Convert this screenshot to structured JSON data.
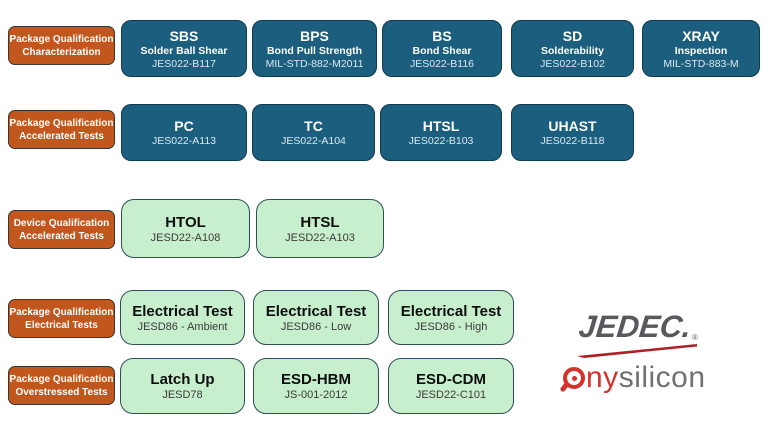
{
  "rows": [
    {
      "label1": "Package Qualification",
      "label2": "Characterization",
      "boxes": [
        {
          "title": "SBS",
          "subtitle": "Solder Ball Shear",
          "code": "JES022-B117"
        },
        {
          "title": "BPS",
          "subtitle": "Bond Pull Strength",
          "code": "MIL-STD-882-M2011"
        },
        {
          "title": "BS",
          "subtitle": "Bond Shear",
          "code": "JES022-B116"
        },
        {
          "title": "SD",
          "subtitle": "Solderability",
          "code": "JES022-B102"
        },
        {
          "title": "XRAY",
          "subtitle": "Inspection",
          "code": "MIL-STD-883-M"
        }
      ]
    },
    {
      "label1": "Package Qualification",
      "label2": "Accelerated Tests",
      "boxes": [
        {
          "title": "PC",
          "code": "JES022-A113"
        },
        {
          "title": "TC",
          "code": "JES022-A104"
        },
        {
          "title": "HTSL",
          "code": "JES022-B103"
        },
        {
          "title": "UHAST",
          "code": "JES022-B118"
        }
      ]
    },
    {
      "label1": "Device Qualification",
      "label2": "Accelerated Tests",
      "boxes": [
        {
          "title": "HTOL",
          "code": "JESD22-A108"
        },
        {
          "title": "HTSL",
          "code": "JESD22-A103"
        }
      ]
    },
    {
      "label1": "Package Qualification",
      "label2": "Electrical Tests",
      "boxes": [
        {
          "title": "Electrical Test",
          "code": "JESD86 - Ambient"
        },
        {
          "title": "Electrical Test",
          "code": "JESD86 - Low"
        },
        {
          "title": "Electrical Test",
          "code": "JESD86 - High"
        }
      ]
    },
    {
      "label1": "Package Qualification",
      "label2": "Overstressed Tests",
      "boxes": [
        {
          "title": "Latch Up",
          "code": "JESD78"
        },
        {
          "title": "ESD-HBM",
          "code": "JS-001-2012"
        },
        {
          "title": "ESD-CDM",
          "code": "JESD22-C101"
        }
      ]
    }
  ],
  "logos": {
    "jedec_text": "JEDEC.",
    "jedec_reg": "®",
    "anysilicon_ny": "ny",
    "anysilicon_silicon": "silicon"
  },
  "colors": {
    "label_bg": "#c2571d",
    "blue_box_bg": "#1b5e7d",
    "blue_box_border": "#0e3a52",
    "green_box_bg": "#c8efcd",
    "green_box_border": "#2e4f56",
    "jedec_gray": "#58595d",
    "jedec_swoosh_red": "#b01e24",
    "anysilicon_red": "#d4332c",
    "anysilicon_gray": "#707175"
  }
}
